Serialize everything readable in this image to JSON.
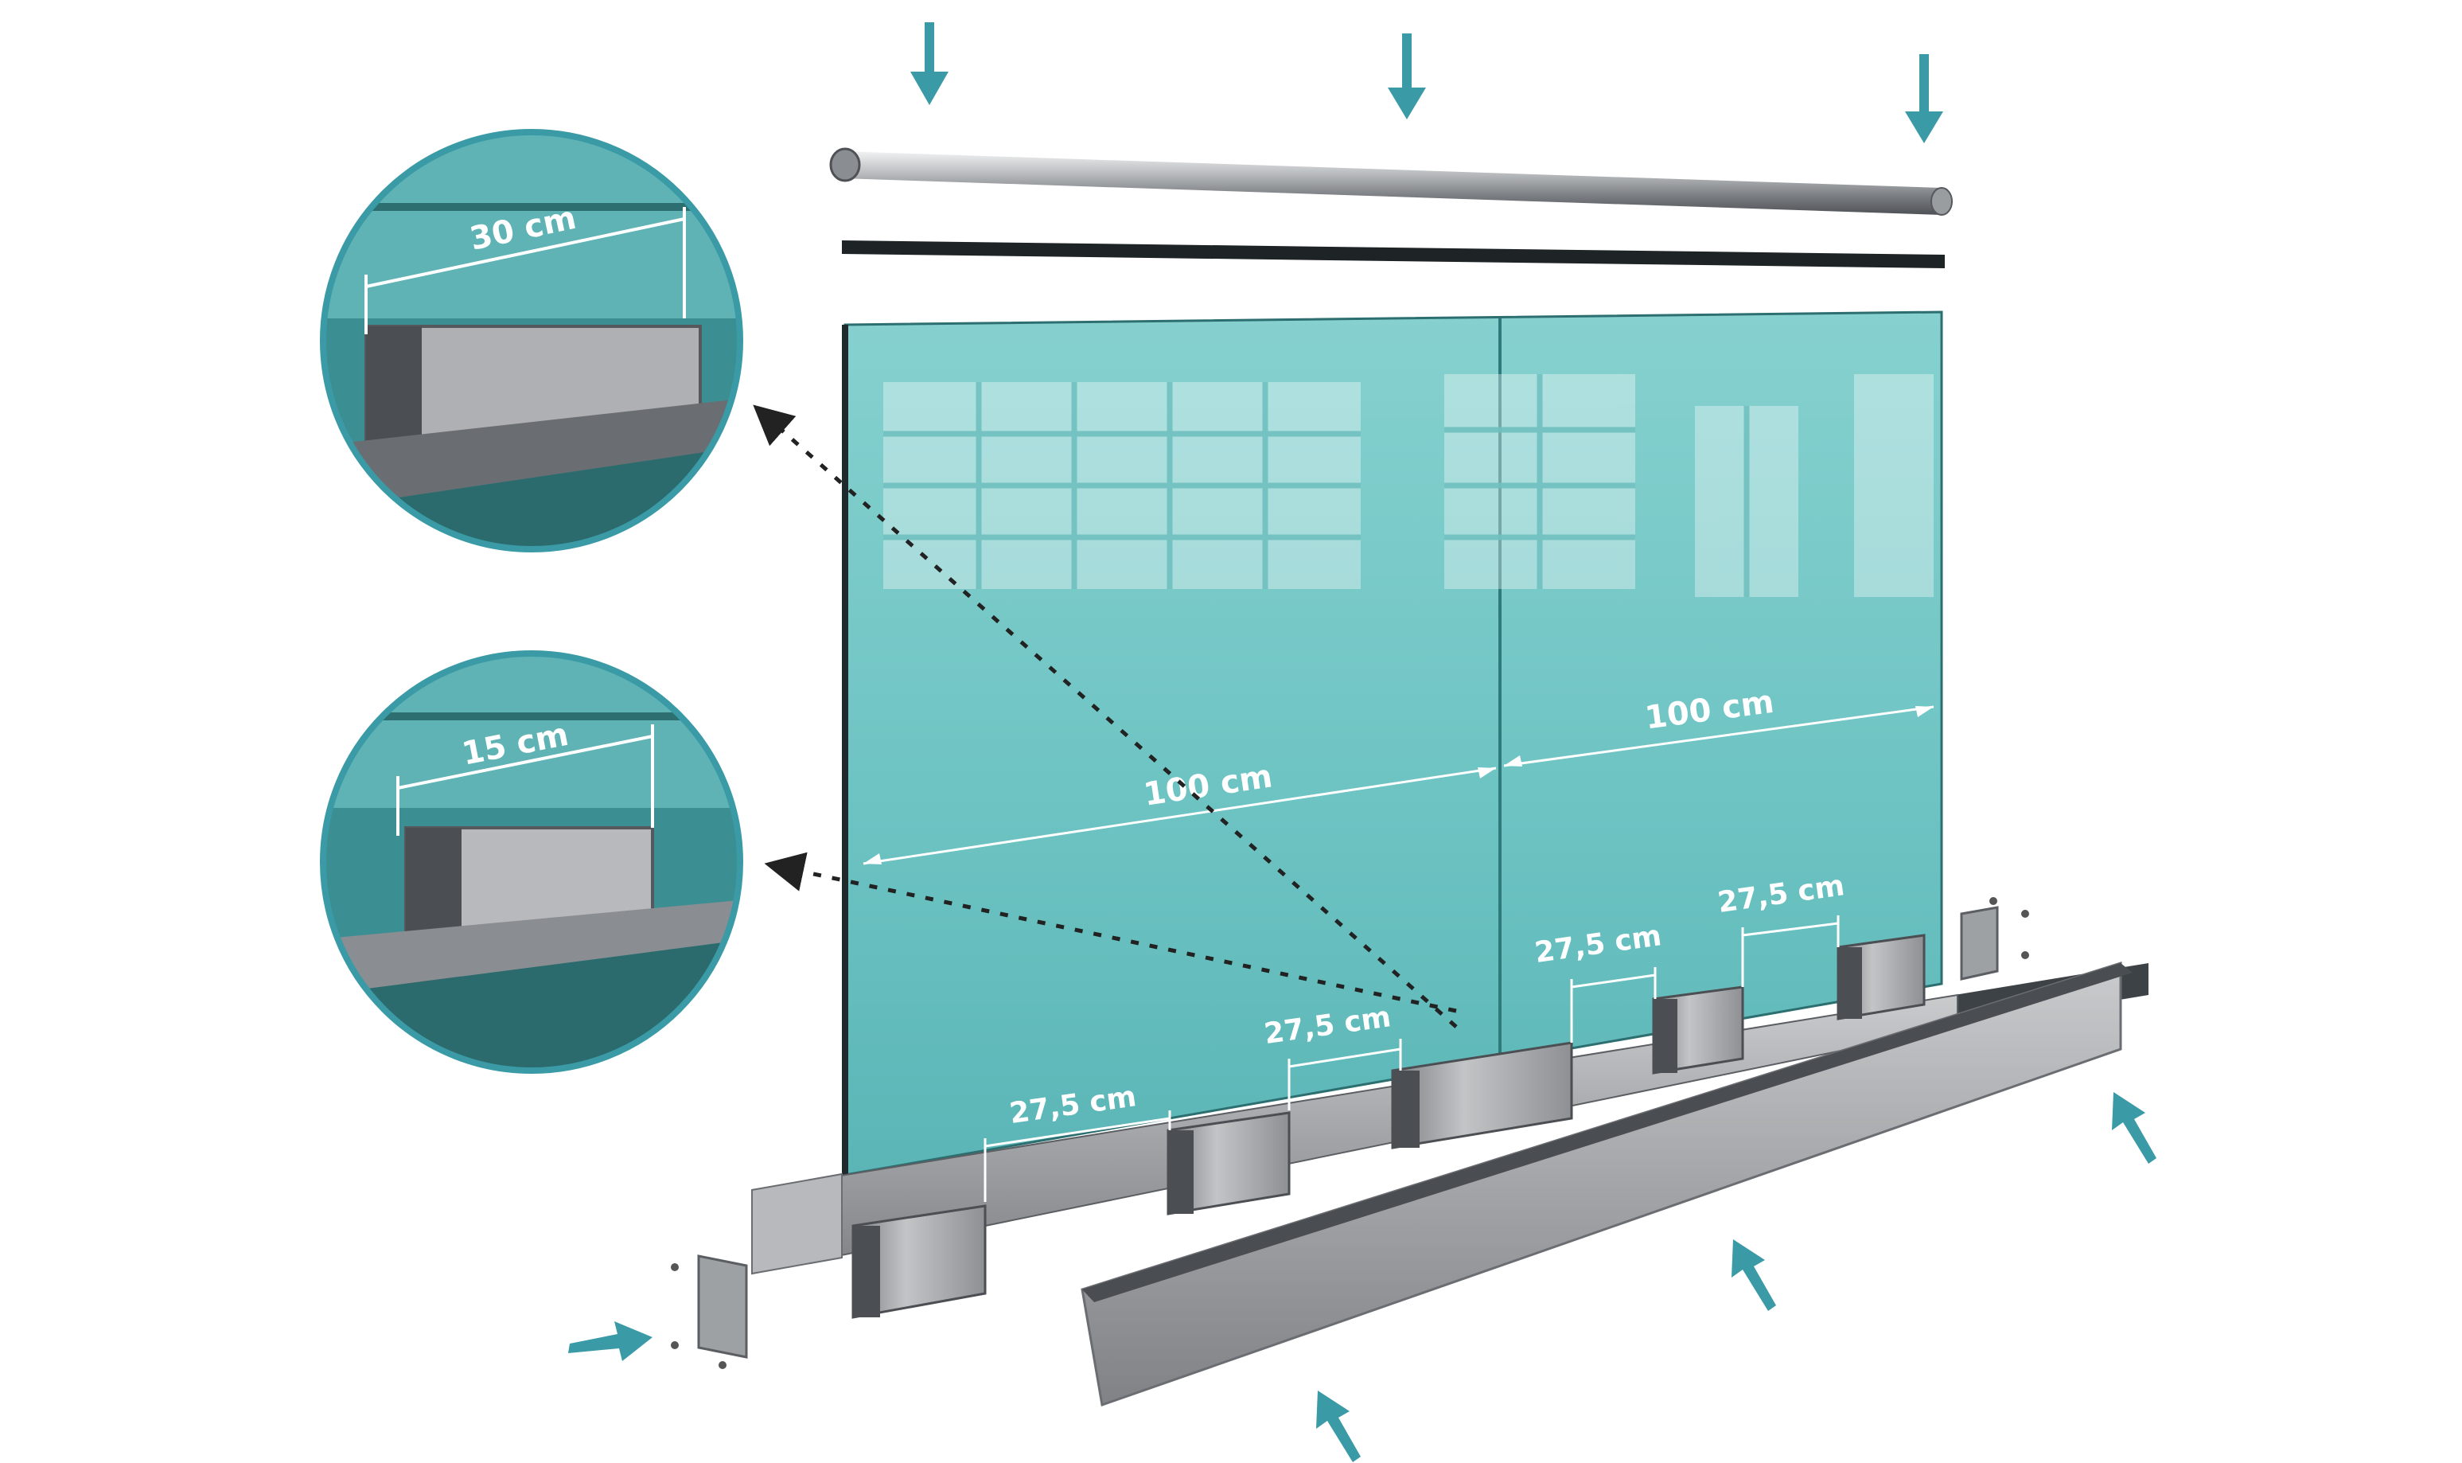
{
  "colors": {
    "accent_arrow": "#3a9aa6",
    "glass": "#69c3c4",
    "glass_dark": "#4fa9ab",
    "metal": "#9c9ea1",
    "metal_dark": "#5b5e62",
    "gasket": "#1e2326",
    "dimension_line": "#ffffff",
    "leader_line": "#222222",
    "detail_ring": "#3a9aa6"
  },
  "detail_views": [
    {
      "label": "30 cm"
    },
    {
      "label": "15 cm"
    }
  ],
  "dimensions": {
    "glass_width_left": "100 cm",
    "glass_width_right": "100 cm",
    "clamp_spacing": [
      "27,5 cm",
      "27,5 cm",
      "27,5 cm",
      "27,5 cm"
    ]
  },
  "icons": [
    "assembly-arrow-icon",
    "leader-arrow-icon"
  ]
}
